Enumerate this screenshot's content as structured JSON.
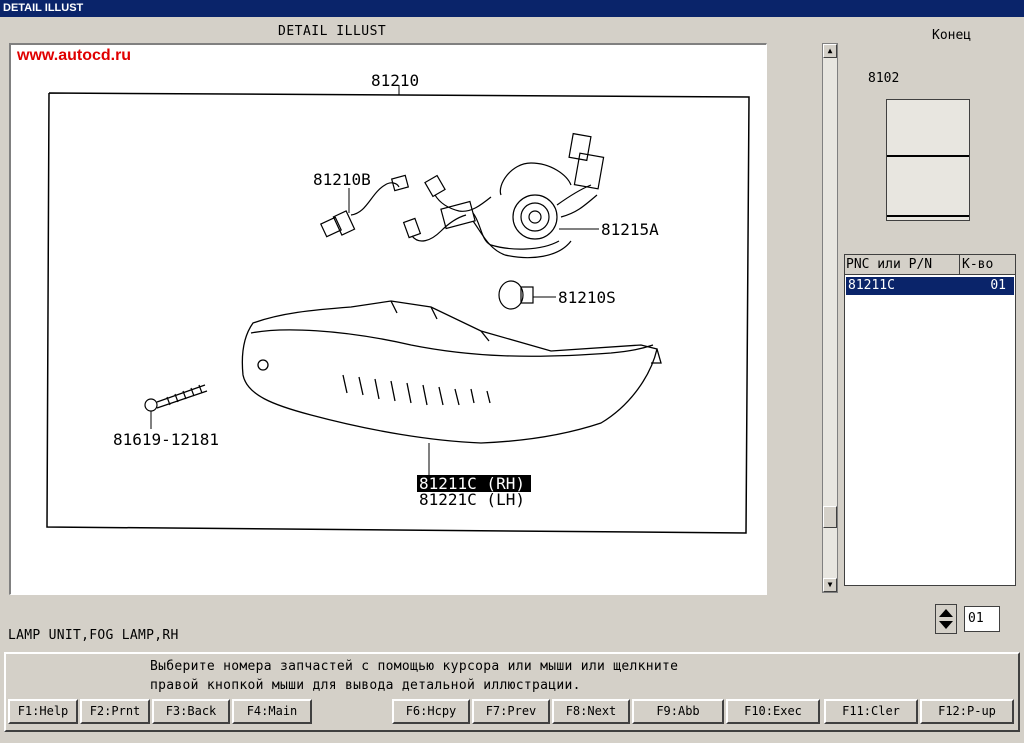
{
  "window": {
    "title": "DETAIL ILLUST"
  },
  "header": {
    "illus_title": "DETAIL ILLUST",
    "exit_label": "Конец",
    "page_number": "8102"
  },
  "illustration": {
    "watermark": "www.autocd.ru",
    "labels": {
      "assembly": "81210",
      "socket": "81210B",
      "harness": "81215A",
      "bulb": "81210S",
      "screw": "81619-12181",
      "lens_rh": "81211C (RH)",
      "lens_lh": "81221C (LH)"
    }
  },
  "parts_list": {
    "columns": [
      "PNC или P/N",
      "К-во"
    ],
    "rows": [
      {
        "part": "81211C",
        "qty": "01",
        "selected": true
      }
    ]
  },
  "quantity": {
    "value": "01"
  },
  "status": {
    "description": "LAMP UNIT,FOG LAMP,RH"
  },
  "message": {
    "line1": "Выберите номера запчастей с помощью курсора или мыши или щелкните",
    "line2": "правой кнопкой мыши для вывода детальной иллюстрации."
  },
  "function_keys": [
    "F1:Help",
    "F2:Prnt",
    "F3:Back",
    "F4:Main",
    "F6:Hcpy",
    "F7:Prev",
    "F8:Next",
    "F9:Abb",
    "F10:Exec",
    "F11:Cler",
    "F12:P-up"
  ]
}
